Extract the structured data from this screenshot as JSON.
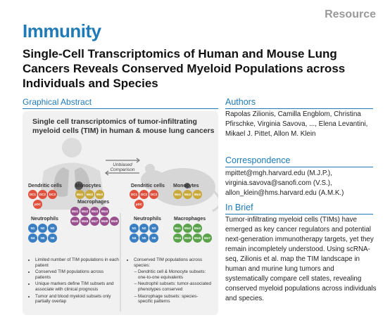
{
  "header": {
    "category": "Resource",
    "journal": "Immunity",
    "title": "Single-Cell Transcriptomics of Human and Mouse Lung Cancers Reveals Conserved Myeloid Populations across Individuals and Species"
  },
  "graphical_abstract": {
    "heading": "Graphical Abstract",
    "title": "Single cell transcriptomics of tumor-infiltrating myeloid cells (TIM) in human & mouse lung cancers",
    "comparison": "Unbiased Comparison",
    "human": {
      "groups": [
        {
          "label": "Dendritic cells",
          "dots": [
            "DC1",
            "DC2",
            "DC3",
            "pDC"
          ],
          "color": "#e0503c"
        },
        {
          "label": "Monocytes",
          "dots": [
            "Mo1",
            "Mo2",
            "Mo3"
          ],
          "color": "#c9a93a"
        },
        {
          "label": "Neutrophils",
          "dots": [
            "N1",
            "N2",
            "N3",
            "N4",
            "N5",
            "N6"
          ],
          "color": "#3a7fc4"
        },
        {
          "label": "Macrophages",
          "dots": [
            "Mo1",
            "Mo2",
            "Mo3",
            "Mo4",
            "Mo5",
            "Mo6",
            "Mo7",
            "Mo8",
            "Mo9"
          ],
          "color": "#9a4f8e"
        }
      ],
      "bullets": [
        "Limited number of TIM populations in each patient",
        "Conserved TIM populations across patients",
        "Unique markers define TIM subsets and associate with clinical prognosis",
        "Tumor and blood myeloid subsets only partially overlap"
      ]
    },
    "mouse": {
      "groups": [
        {
          "label": "Dendritic cells",
          "dots": [
            "DC1",
            "DC2",
            "DC3",
            "pDC"
          ],
          "color": "#e0503c"
        },
        {
          "label": "Monocytes",
          "dots": [
            "Mo1",
            "Mo2",
            "Mo3"
          ],
          "color": "#c9a93a"
        },
        {
          "label": "Neutrophils",
          "dots": [
            "N1",
            "N2",
            "N3",
            "N4",
            "N5",
            "N6"
          ],
          "color": "#3a7fc4"
        },
        {
          "label": "Macrophages",
          "dots": [
            "Mo1",
            "Mo2",
            "Mo3",
            "Mo4",
            "Mo5",
            "Mo6",
            "Mo7"
          ],
          "color": "#5aa34a"
        }
      ],
      "bullets_title": "Conserved TIM populations across species:",
      "sub_bullets": [
        "Dendritic cell & Monocyte subsets: one-to-one equivalents",
        "Neutrophil subsets: tumor-associated phenotypes conserved",
        "Macrophage subsets: species-specific patterns"
      ]
    }
  },
  "authors": {
    "heading": "Authors",
    "text": "Rapolas Zilionis, Camilla Engblom, Christina Pfirschke, Virginia Savova, ..., Elena Levantini, Mikael J. Pittet, Allon M. Klein"
  },
  "correspondence": {
    "heading": "Correspondence",
    "lines": [
      "mpittet@mgh.harvard.edu (M.J.P.),",
      "virginia.savova@sanofi.com (V.S.),",
      "allon_klein@hms.harvard.edu (A.M.K.)"
    ]
  },
  "in_brief": {
    "heading": "In Brief",
    "text": "Tumor-infiltrating myeloid cells (TIMs) have emerged as key cancer regulators and potential next-generation immunotherapy targets, yet they remain incompletely understood. Using scRNA-seq, Zilionis et al. map the TIM landscape in human and murine lung tumors and systematically compare cell states, revealing conserved myeloid populations across individuals and species."
  }
}
